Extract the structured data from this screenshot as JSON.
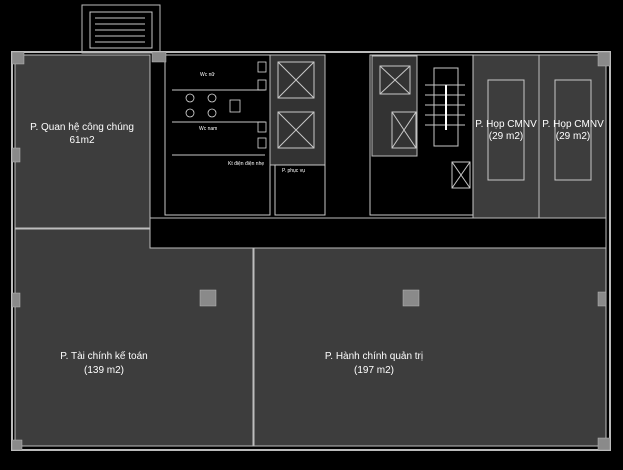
{
  "rooms": {
    "public_relations": {
      "name": "P. Quan hệ công chúng",
      "area": "61m2"
    },
    "finance": {
      "name": "P. Tài chính kế toán",
      "area": "(139 m2)"
    },
    "admin": {
      "name": "P. Hành chính quản trị",
      "area": "(197 m2)"
    },
    "meeting_1": {
      "name": "P. Họp CMNV",
      "area": "(29 m2)"
    },
    "meeting_2": {
      "name": "P. Họp CMNV",
      "area": "(29 m2)"
    },
    "wc_female": "Wc nữ",
    "wc_male": "Wc nam",
    "electrical": "Kt điện điện nhẹ",
    "service": "P. phục vụ"
  },
  "colors": {
    "background": "#000000",
    "room_fill": "#3d3d3d",
    "line": "#c8c8c8"
  }
}
